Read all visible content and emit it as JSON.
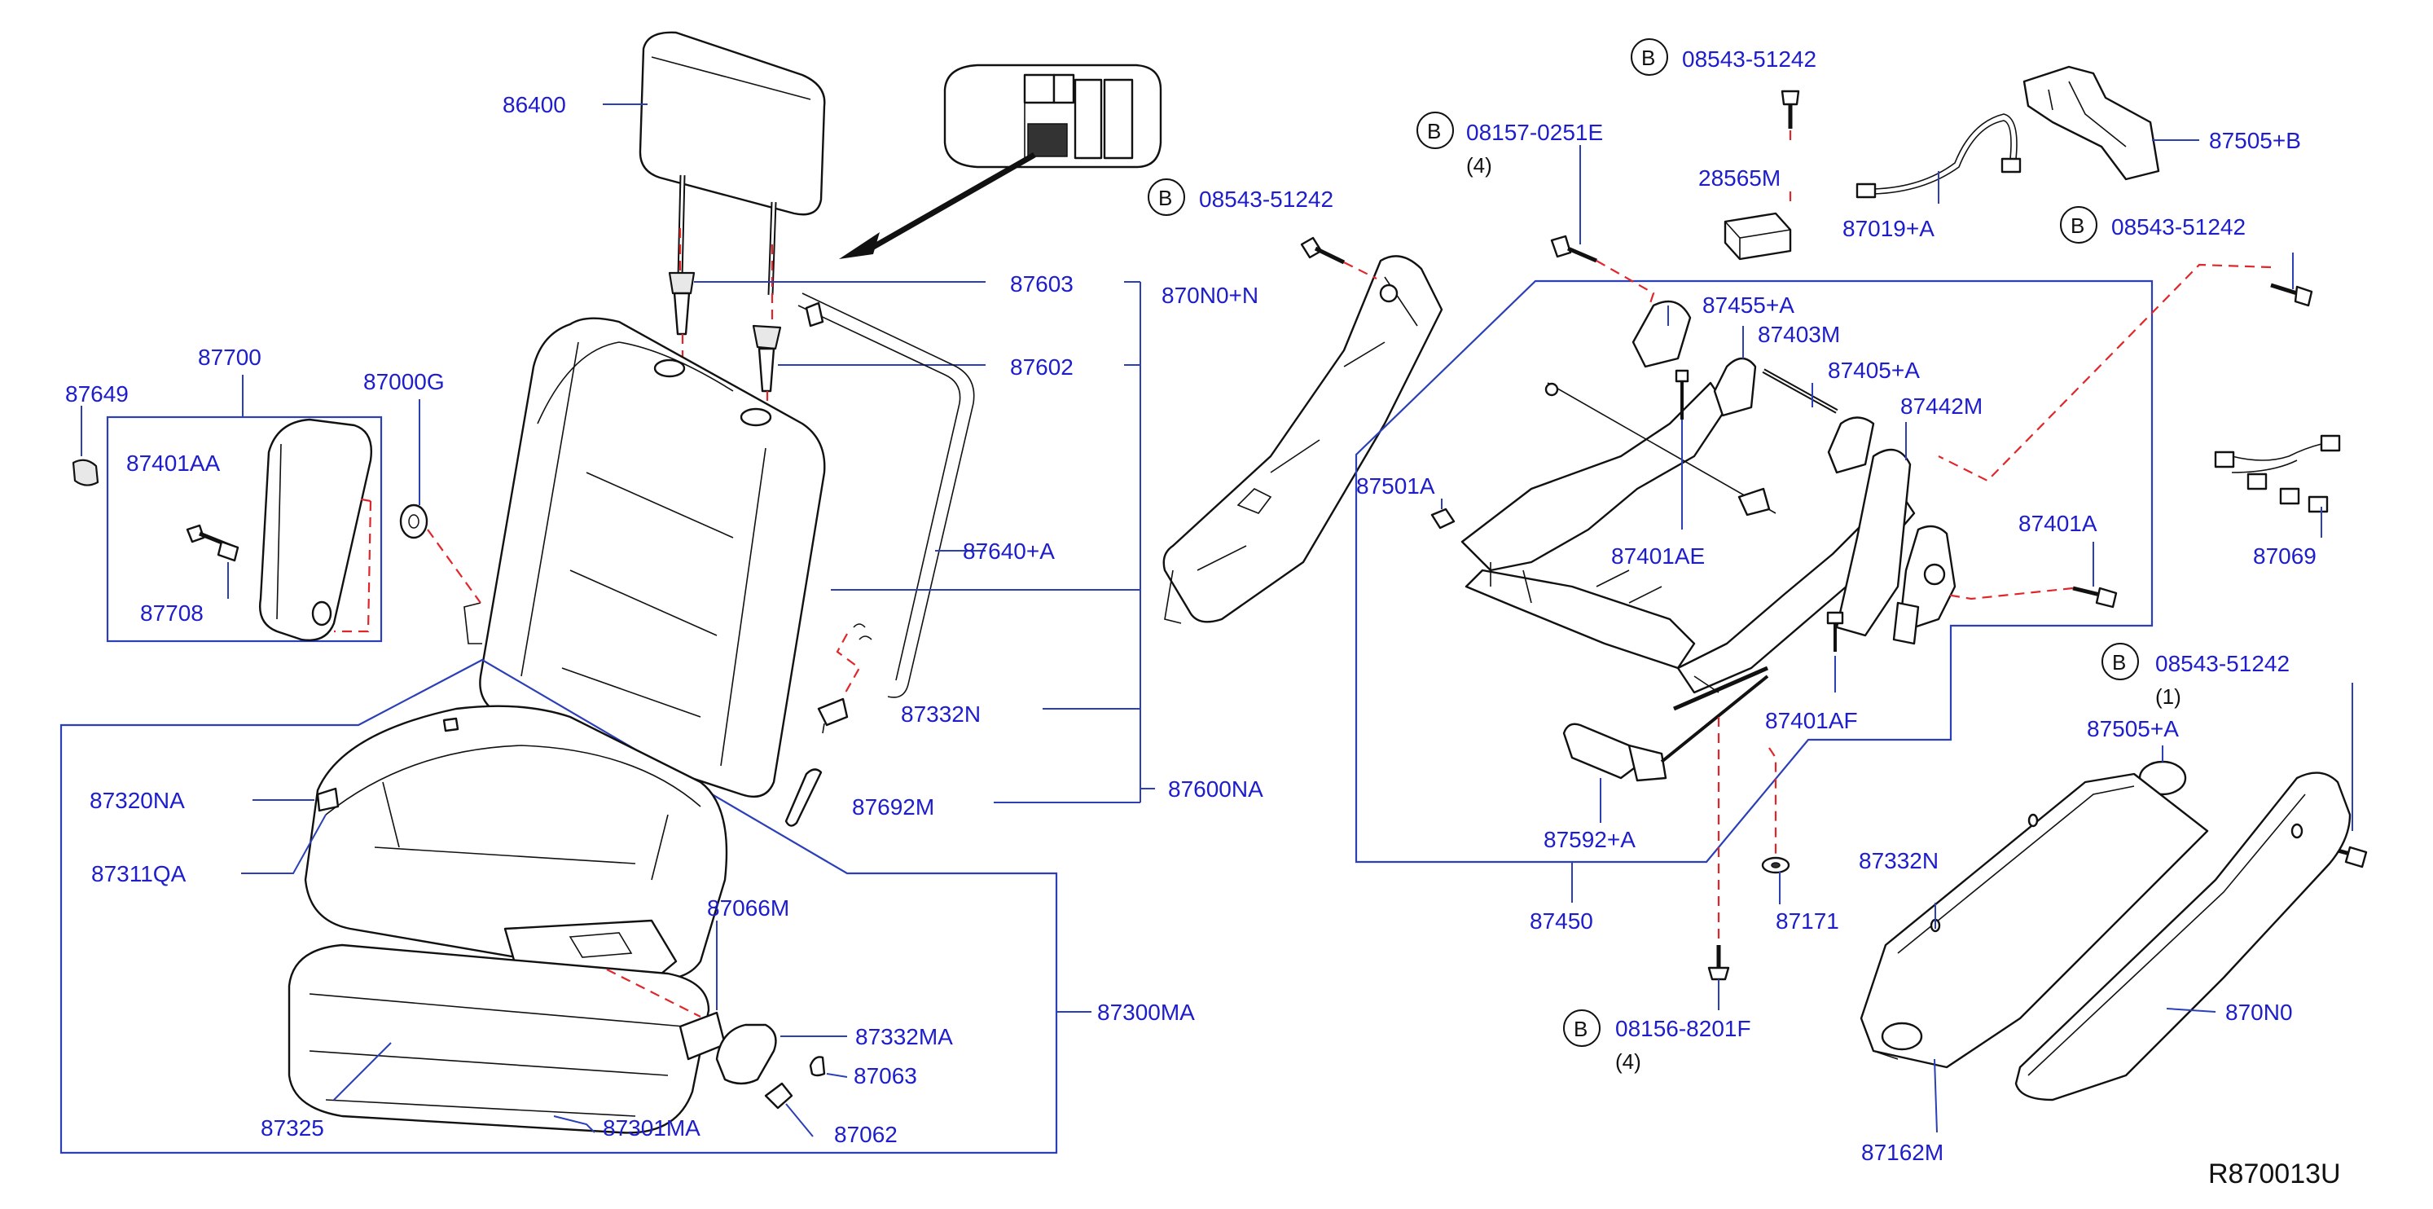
{
  "diagram_ref": "R870013U",
  "bolt_marker": "B",
  "part_labels": {
    "p86400": "86400",
    "p87649": "87649",
    "p87700": "87700",
    "p87000G": "87000G",
    "p87401AA": "87401AA",
    "p87708": "87708",
    "p87603": "87603",
    "p87602": "87602",
    "p87640A": "87640+A",
    "p87332N_left": "87332N",
    "p87692M": "87692M",
    "p87600NA": "87600NA",
    "p870N0N": "870N0+N",
    "p87320NA": "87320NA",
    "p87311QA": "87311QA",
    "p87066M": "87066M",
    "p87332MA": "87332MA",
    "p87063": "87063",
    "p87062": "87062",
    "p87325": "87325",
    "p87301MA": "87301MA",
    "p87300MA": "87300MA",
    "b08543_51242_a": "08543-51242",
    "b08157_0251E": "08157-0251E",
    "qty_4_a": "(4)",
    "b08543_51242_b": "08543-51242",
    "p28565M": "28565M",
    "p87019A": "87019+A",
    "p87505B": "87505+B",
    "b08543_51242_c": "08543-51242",
    "p87455A": "87455+A",
    "p87403M": "87403M",
    "p87405A": "87405+A",
    "p87442M": "87442M",
    "p87501A": "87501A",
    "p87401AE": "87401AE",
    "p87401A": "87401A",
    "p87069": "87069",
    "p87401AF": "87401AF",
    "p87592A": "87592+A",
    "p87450": "87450",
    "p87171": "87171",
    "b08156_8201F": "08156-8201F",
    "qty_4_b": "(4)",
    "b08543_51242_d": "08543-51242",
    "qty_1": "(1)",
    "p87505A": "87505+A",
    "p87332N_right": "87332N",
    "p870N0": "870N0",
    "p87162M": "87162M"
  },
  "colors": {
    "label": "#1d1dcc",
    "leader": "#2a3fb8",
    "dashed_path": "#e0262a",
    "outline": "#111111"
  }
}
